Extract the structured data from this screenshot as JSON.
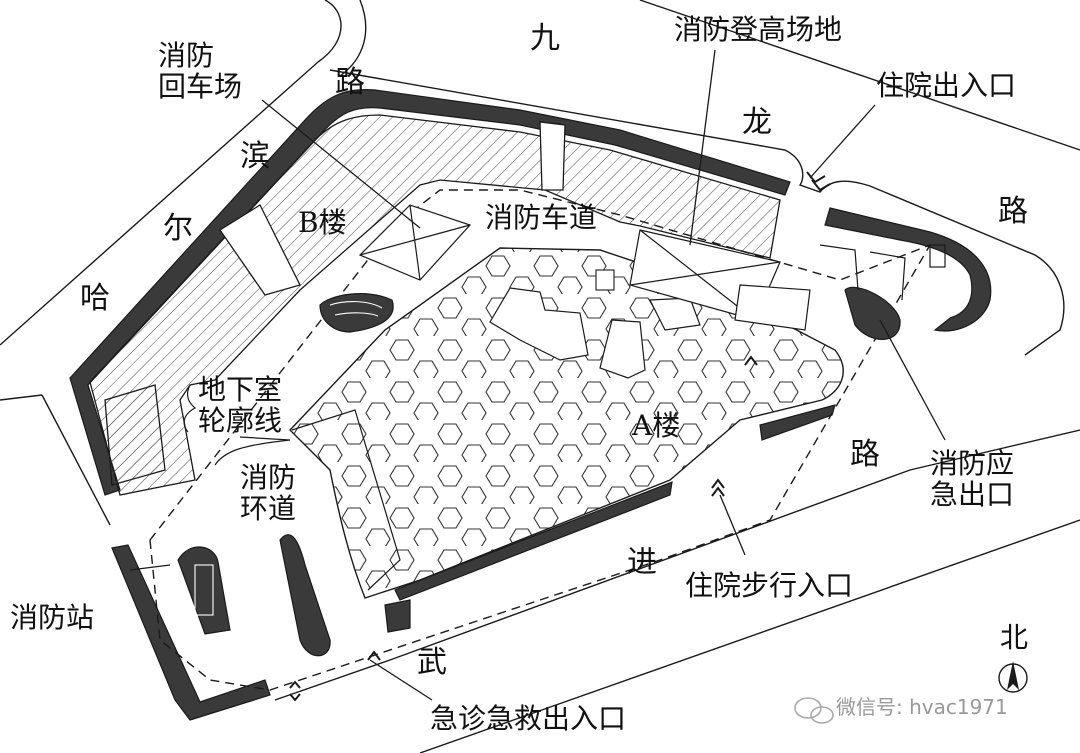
{
  "labels": {
    "huijiang": "消防\n回车场",
    "dengao": "消防登高场地",
    "zhuyuan_chu": "住院出入口",
    "b_building": "B楼",
    "chedao": "消防车道",
    "dixiashi": "地下室\n轮廓线",
    "a_building": "A楼",
    "huandao": "消防\n环道",
    "yingji": "消防应\n急出口",
    "buxing": "住院步行入口",
    "xiaofangzhan": "消防站",
    "jizhen": "急诊急救出入口",
    "north": "北"
  },
  "roads": {
    "r1": "路",
    "r2": "滨",
    "r3": "尔",
    "r4": "哈",
    "r5": "九",
    "r6": "龙",
    "r7": "路",
    "r8": "路",
    "r9": "进",
    "r10": "武"
  },
  "watermark": {
    "text": "微信号: hvac1971"
  },
  "colors": {
    "line": "#1a1a1a",
    "solid": "#3a3a3a",
    "hatch": "#555555",
    "paper": "#ffffff"
  }
}
